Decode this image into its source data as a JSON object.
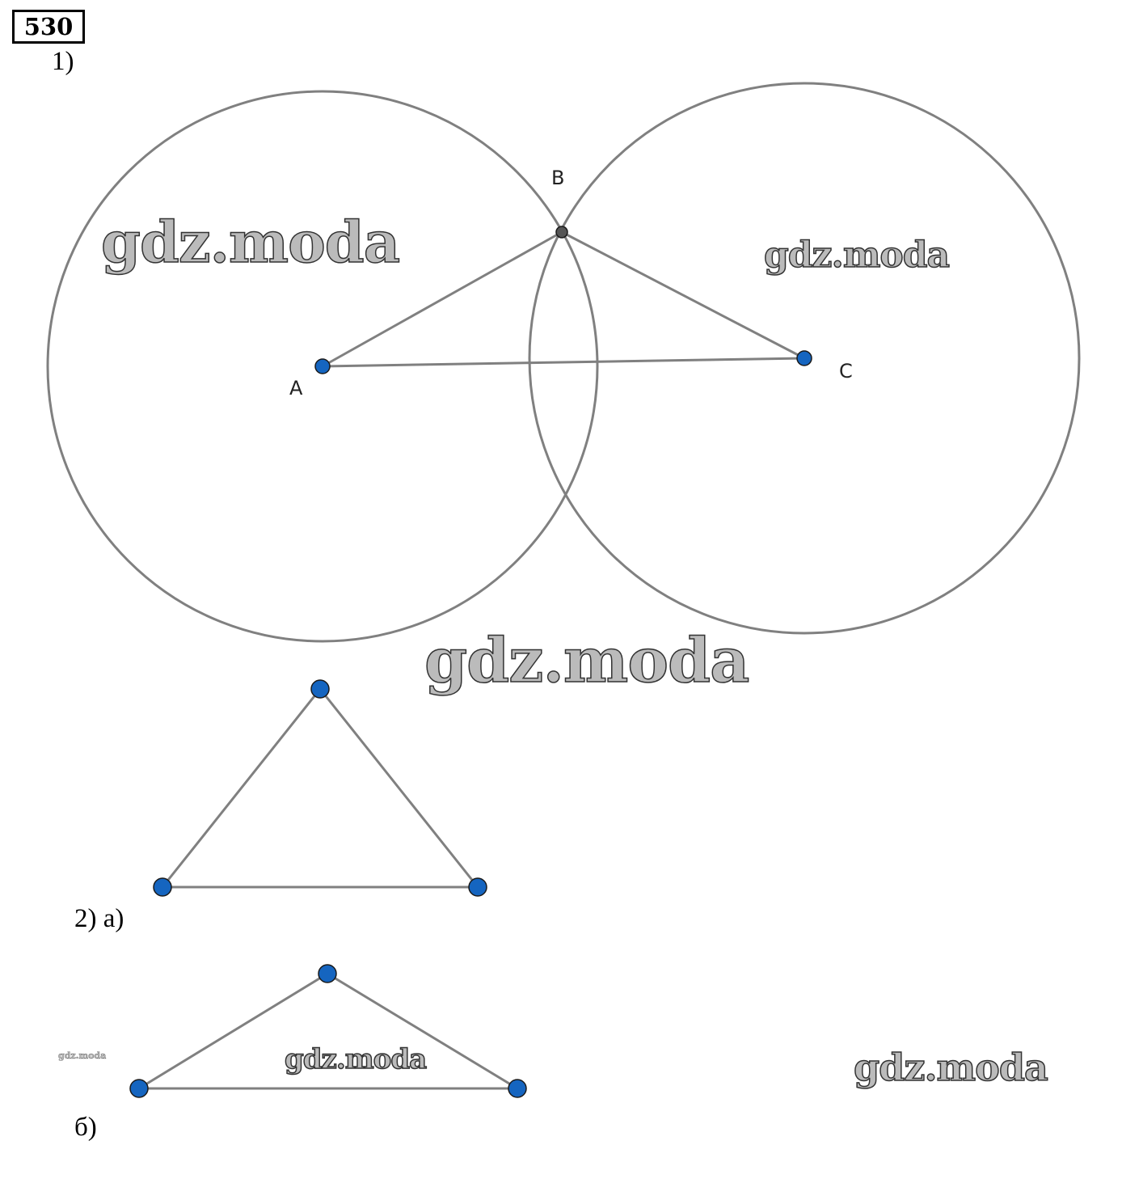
{
  "problem_number": "530",
  "part1": {
    "label": "1)",
    "points": {
      "A": "A",
      "B": "B",
      "C": "C"
    }
  },
  "part2a": {
    "label": "2) а)"
  },
  "part2b": {
    "label": "б)"
  },
  "watermark": "gdz.moda",
  "colors": {
    "line": "#808080",
    "point": "#1565c0",
    "point_dark": "#555555"
  }
}
